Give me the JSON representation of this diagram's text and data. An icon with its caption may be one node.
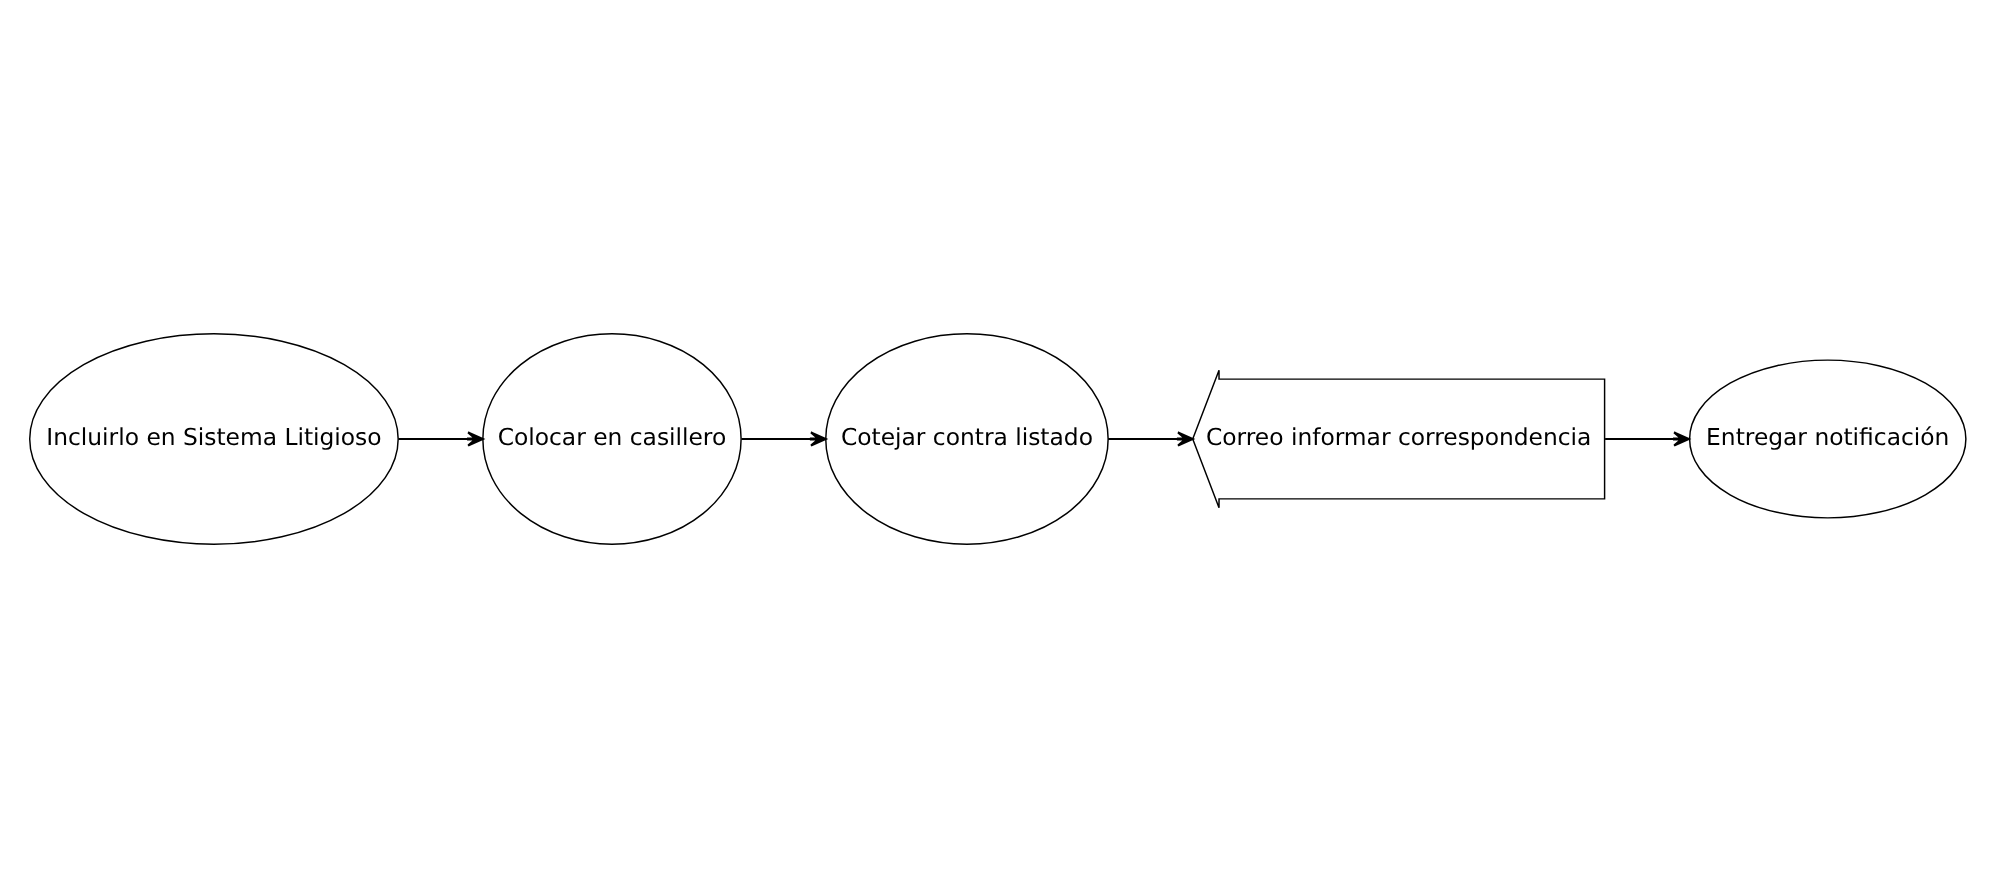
{
  "diagram": {
    "nodes": [
      {
        "text": [
          "Incluirlo en Sistema Litigioso"
        ]
      },
      {
        "text": [
          "Colocar en casillero"
        ]
      },
      {
        "text": [
          "Cotejar contra listado"
        ]
      },
      {
        "text": [
          "Entregar notificación"
        ]
      },
      {
        "text": [
          "Correo informar correspondencia"
        ]
      }
    ],
    "edges": [
      {
        "from": 0,
        "to": 1,
        "arrow": "to"
      },
      {
        "from": 1,
        "to": 2,
        "arrow": "to"
      },
      {
        "from": 2,
        "to": 4,
        "arrow": "to"
      },
      {
        "from": 4,
        "to": 3,
        "arrow": "to"
      }
    ]
  }
}
